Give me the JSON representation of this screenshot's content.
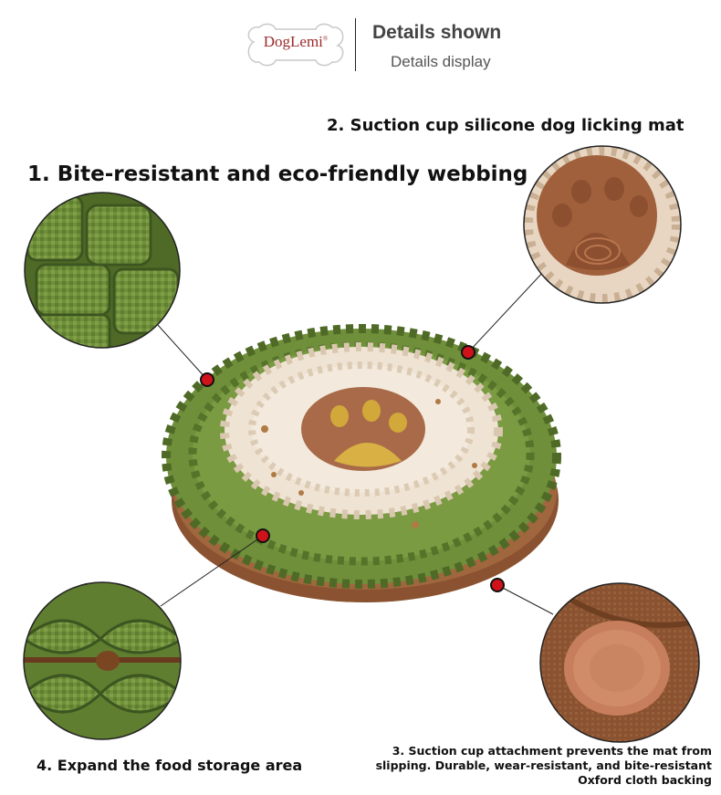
{
  "header": {
    "brand": "DogLemi",
    "title": "Details shown",
    "subtitle": "Details display"
  },
  "features": {
    "one": "1. Bite-resistant and eco-friendly webbing",
    "two": "2. Suction cup silicone dog licking mat",
    "three_line1": "3. Suction cup attachment prevents the mat from",
    "three_line2": "slipping. Durable, wear-resistant, and bite-resistant",
    "three_line3": "Oxford cloth backing",
    "four": "4. Expand the food storage area"
  },
  "colors": {
    "green": "#6f8f3a",
    "cream": "#efe3d3",
    "brown": "#8a5230",
    "callout_dot": "#d0121b"
  }
}
